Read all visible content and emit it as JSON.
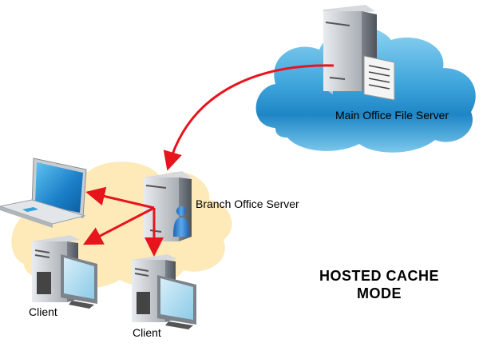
{
  "diagram": {
    "title_line1": "HOSTED CACHE",
    "title_line2": "MODE",
    "nodes": {
      "main_server": {
        "label": "Main Office File Server",
        "icon": "file-server-icon"
      },
      "branch_server": {
        "label": "Branch Office Server",
        "icon": "server-with-user-icon"
      },
      "laptop": {
        "label": "",
        "icon": "laptop-icon"
      },
      "client1": {
        "label": "Client",
        "icon": "desktop-computer-icon"
      },
      "client2": {
        "label": "Client",
        "icon": "desktop-computer-icon"
      }
    },
    "regions": {
      "main_office": {
        "icon": "cloud-blue",
        "color": "#3a9fd6"
      },
      "branch_office": {
        "icon": "cloud-yellow",
        "color": "#fce6a8"
      }
    },
    "connections": [
      {
        "from": "main_server",
        "to": "branch_server"
      },
      {
        "from": "branch_server",
        "to": "laptop"
      },
      {
        "from": "branch_server",
        "to": "client1"
      },
      {
        "from": "branch_server",
        "to": "client2"
      }
    ],
    "arrow_color": "#e8141c"
  }
}
